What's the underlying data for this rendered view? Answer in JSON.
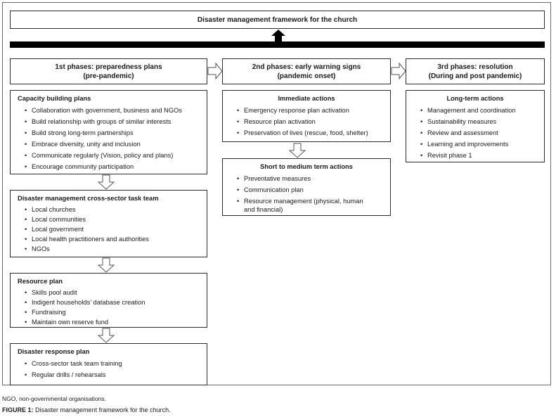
{
  "title": "Disaster management framework for the church",
  "phases": [
    {
      "line1": "1st phases: preparedness plans",
      "line2": "(pre-pandemic)"
    },
    {
      "line1": "2nd phases: early warning signs",
      "line2": "(pandemic onset)"
    },
    {
      "line1": "3rd phases: resolution",
      "line2": "(During and post pandemic)"
    }
  ],
  "col1": {
    "capacity": {
      "heading": "Capacity building plans",
      "items": [
        "Collaboration with government, business and NGOs",
        "Build relationship with groups of similar interests",
        "Build strong long-term partnerships",
        "Embrace diversity, unity and inclusion",
        "Communicate regularly (Vision, policy and plans)",
        "Encourage community participation"
      ]
    },
    "taskteam": {
      "heading": "Disaster management cross-sector task team",
      "items": [
        "Local churches",
        "Local communities",
        "Local government",
        "Local health practitioners and authorities",
        "NGOs"
      ]
    },
    "resource": {
      "heading": "Resource plan",
      "items": [
        "Skills pool audit",
        "Indigent households’ database creation",
        "Fundraising",
        "Maintain own reserve fund"
      ]
    },
    "response": {
      "heading": "Disaster response plan",
      "items": [
        "Cross-sector task team training",
        "Regular drills / rehearsals"
      ]
    }
  },
  "col2": {
    "immediate": {
      "heading": "Immediate actions",
      "items": [
        "Emergency response plan activation",
        "Resource plan activation",
        "Preservation of lives (rescue, food, shelter)"
      ]
    },
    "shortmed": {
      "heading": "Short to medium term actions",
      "items": [
        "Preventative measures",
        "Communication plan",
        "Resource management (physical, human and financial)"
      ]
    }
  },
  "col3": {
    "longterm": {
      "heading": "Long-term actions",
      "items": [
        "Management and coordination",
        "Sustainability measures",
        "Review and assessment",
        "Learning and improvements",
        "Revisit phase 1"
      ]
    }
  },
  "footnote": "NGO, non-governmental organisations.",
  "figure_label": "FIGURE 1:",
  "figure_text": "Disaster management framework for the church."
}
